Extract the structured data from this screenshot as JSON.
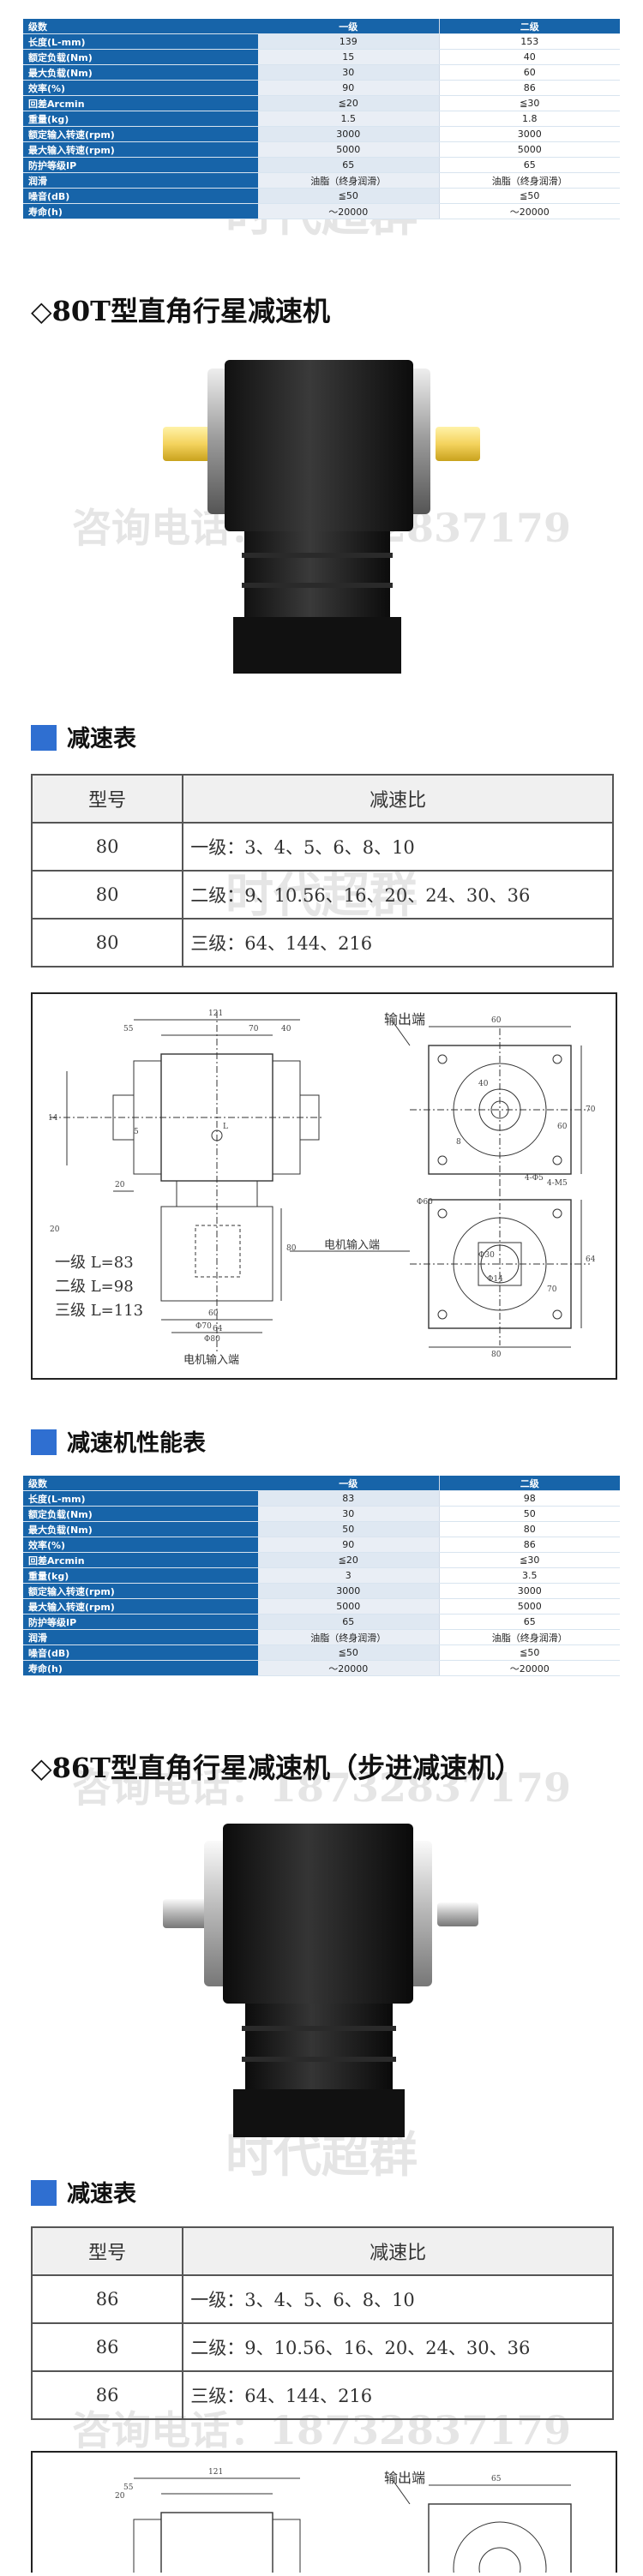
{
  "spec_table_1": {
    "header": [
      "级数",
      "一级",
      "二级"
    ],
    "rows": [
      [
        "长度(L-mm)",
        "139",
        "153"
      ],
      [
        "额定负载(Nm)",
        "15",
        "40"
      ],
      [
        "最大负载(Nm)",
        "30",
        "60"
      ],
      [
        "效率(%)",
        "90",
        "86"
      ],
      [
        "回差Arcmin",
        "≦20",
        "≦30"
      ],
      [
        "重量(kg)",
        "1.5",
        "1.8"
      ],
      [
        "额定输入转速(rpm)",
        "3000",
        "3000"
      ],
      [
        "最大输入转速(rpm)",
        "5000",
        "5000"
      ],
      [
        "防护等级IP",
        "65",
        "65"
      ],
      [
        "润滑",
        "油脂（终身润滑）",
        "油脂（终身润滑）"
      ],
      [
        "噪音(dB)",
        "≦50",
        "≦50"
      ],
      [
        "寿命(h)",
        "～20000",
        "～20000"
      ]
    ]
  },
  "section_80": {
    "title": "◇80T型直角行星减速机",
    "ratio_heading": "减速表",
    "ratio_table": {
      "header": [
        "型号",
        "减速比"
      ],
      "rows": [
        [
          "80",
          "一级：3、4、5、6、8、10"
        ],
        [
          "80",
          "二级：9、10.56、16、20、24、30、36"
        ],
        [
          "80",
          "三级：64、144、216"
        ]
      ]
    },
    "drawing": {
      "output_label": "输出端",
      "motor_input_label": "电机输入端",
      "motor_input_label_bottom": "电机输入端",
      "level1": "一级 L=83",
      "level2": "二级 L=98",
      "level3": "三级 L=113",
      "dims": [
        "121",
        "55",
        "40",
        "20",
        "60",
        "64",
        "70",
        "14",
        "80",
        "60",
        "70",
        "60",
        "40",
        "8",
        "L",
        "5",
        "20",
        "Φ70",
        "Φ80",
        "4-Φ5",
        "4-M5",
        "Φ60",
        "Φ30",
        "Φ14",
        "64",
        "80",
        "70"
      ]
    },
    "perf_heading": "减速机性能表"
  },
  "spec_table_2": {
    "header": [
      "级数",
      "一级",
      "二级"
    ],
    "rows": [
      [
        "长度(L-mm)",
        "83",
        "98"
      ],
      [
        "额定负载(Nm)",
        "30",
        "50"
      ],
      [
        "最大负载(Nm)",
        "50",
        "80"
      ],
      [
        "效率(%)",
        "90",
        "86"
      ],
      [
        "回差Arcmin",
        "≦20",
        "≦30"
      ],
      [
        "重量(kg)",
        "3",
        "3.5"
      ],
      [
        "额定输入转速(rpm)",
        "3000",
        "3000"
      ],
      [
        "最大输入转速(rpm)",
        "5000",
        "5000"
      ],
      [
        "防护等级IP",
        "65",
        "65"
      ],
      [
        "润滑",
        "油脂（终身润滑）",
        "油脂（终身润滑）"
      ],
      [
        "噪音(dB)",
        "≦50",
        "≦50"
      ],
      [
        "寿命(h)",
        "～20000",
        "～20000"
      ]
    ]
  },
  "section_86": {
    "title": "◇86T型直角行星减速机（步进减速机）",
    "ratio_heading": "减速表",
    "ratio_table": {
      "header": [
        "型号",
        "减速比"
      ],
      "rows": [
        [
          "86",
          "一级：3、4、5、6、8、10"
        ],
        [
          "86",
          "二级：9、10.56、16、20、24、30、36"
        ],
        [
          "86",
          "三级：64、144、216"
        ]
      ]
    },
    "drawing": {
      "output_label": "输出端",
      "dims": [
        "121",
        "55",
        "20",
        "65"
      ]
    }
  },
  "watermarks": [
    "时代超群",
    "咨询电话：18732837179",
    "时代超群",
    "咨询电话：18732837179",
    "时代超群",
    "咨询电话：18732837179",
    "时代超群",
    "咨询电话：18732837179"
  ],
  "colors": {
    "table_blue": "#1764a9",
    "heading_square": "#2f6fd1",
    "shaft_yellow": "#f4d35e"
  }
}
